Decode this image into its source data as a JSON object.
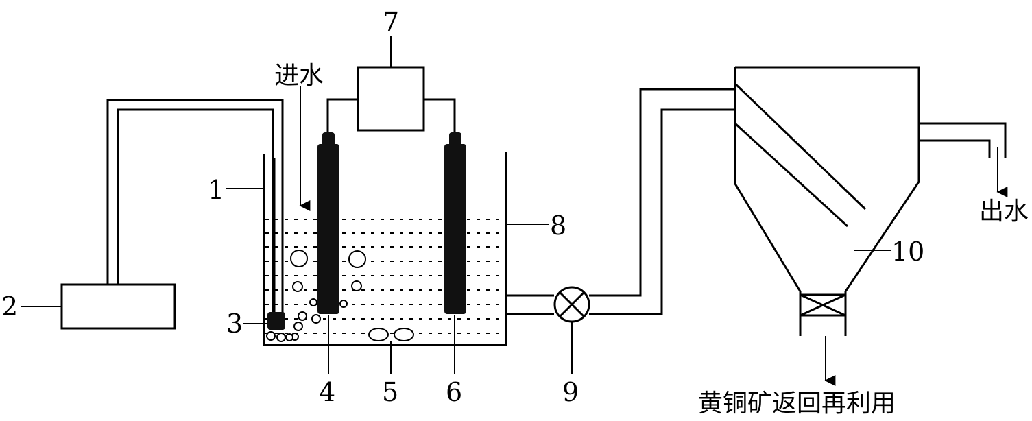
{
  "labels": {
    "n1": "1",
    "n2": "2",
    "n3": "3",
    "n4": "4",
    "n5": "5",
    "n6": "6",
    "n7": "7",
    "n8": "8",
    "n9": "9",
    "n10": "10",
    "inlet": "进水",
    "outlet": "出水",
    "return": "黄铜矿返回再利用"
  },
  "colors": {
    "line": "#000000",
    "electrode": "#111111",
    "background": "#ffffff"
  }
}
